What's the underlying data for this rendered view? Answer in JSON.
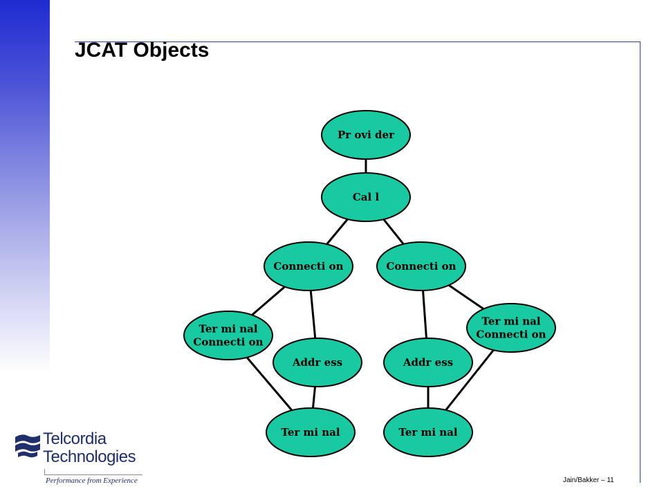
{
  "slide": {
    "title": "JCAT Objects",
    "footer": "Jain/Bakker  – 11"
  },
  "diagram": {
    "fill_color": "#19c9a1",
    "nodes": [
      {
        "id": "provider",
        "lines": [
          "Pr ovi der"
        ]
      },
      {
        "id": "call",
        "lines": [
          "Cal l"
        ]
      },
      {
        "id": "connection-left",
        "lines": [
          "Connecti on"
        ]
      },
      {
        "id": "connection-right",
        "lines": [
          "Connecti on"
        ]
      },
      {
        "id": "terminal-connection-left",
        "lines": [
          "Ter mi nal",
          "Connecti on"
        ]
      },
      {
        "id": "terminal-connection-right",
        "lines": [
          "Ter mi nal",
          "Connecti on"
        ]
      },
      {
        "id": "address-left",
        "lines": [
          "Addr ess"
        ]
      },
      {
        "id": "address-right",
        "lines": [
          "Addr ess"
        ]
      },
      {
        "id": "terminal-left",
        "lines": [
          "Ter mi nal"
        ]
      },
      {
        "id": "terminal-right",
        "lines": [
          "Ter mi nal"
        ]
      }
    ],
    "edges": [
      [
        "provider",
        "call"
      ],
      [
        "call",
        "connection-left"
      ],
      [
        "call",
        "connection-right"
      ],
      [
        "connection-left",
        "terminal-connection-left"
      ],
      [
        "connection-left",
        "address-left"
      ],
      [
        "connection-right",
        "address-right"
      ],
      [
        "connection-right",
        "terminal-connection-right"
      ],
      [
        "terminal-connection-left",
        "terminal-left"
      ],
      [
        "address-left",
        "terminal-left"
      ],
      [
        "address-right",
        "terminal-right"
      ],
      [
        "terminal-connection-right",
        "terminal-right"
      ]
    ]
  },
  "logo": {
    "name_line1": "Telcordia",
    "name_line2": "Technologies",
    "tagline": "Performance from Experience",
    "brand_color": "#1f2f6b"
  },
  "theme": {
    "band_color": "#1f2bd0",
    "frame_color": "#2c3e8f"
  }
}
